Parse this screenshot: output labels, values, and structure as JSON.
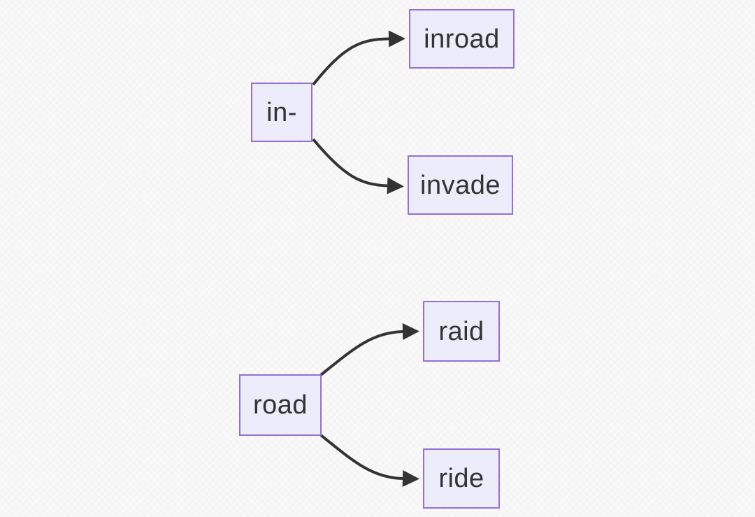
{
  "style": {
    "background": "#f7f7f7",
    "node_fill": "#ececfb",
    "node_border": "#9370db",
    "edge_color": "#333333",
    "text_color": "#333333"
  },
  "diagrams": [
    {
      "id": "in-prefix-derivations",
      "root": {
        "label": "in-"
      },
      "children": [
        {
          "label": "inroad"
        },
        {
          "label": "invade"
        }
      ],
      "edges": [
        {
          "from": "in-",
          "to": "inroad"
        },
        {
          "from": "in-",
          "to": "invade"
        }
      ]
    },
    {
      "id": "road-word-family",
      "root": {
        "label": "road"
      },
      "children": [
        {
          "label": "raid"
        },
        {
          "label": "ride"
        }
      ],
      "edges": [
        {
          "from": "road",
          "to": "raid"
        },
        {
          "from": "road",
          "to": "ride"
        }
      ]
    }
  ]
}
